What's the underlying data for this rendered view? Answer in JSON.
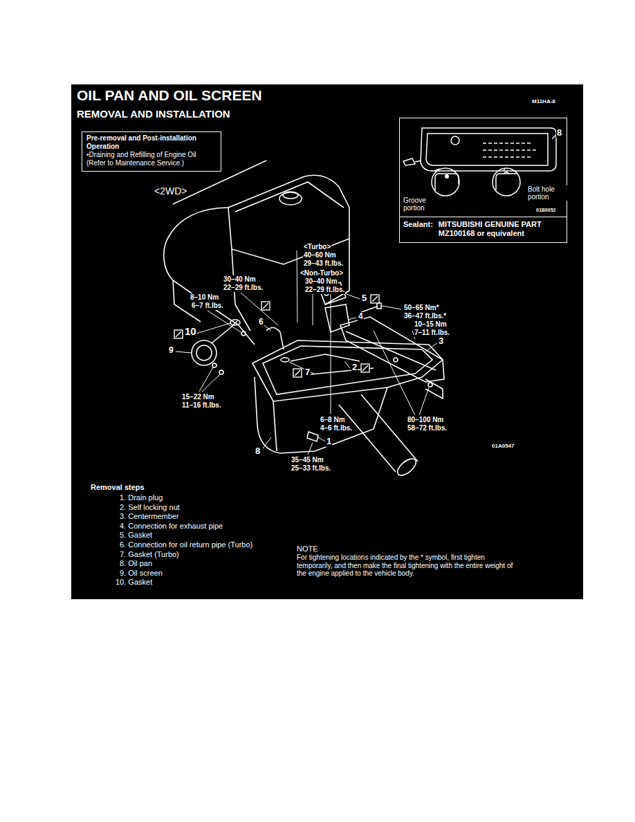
{
  "diagram": {
    "title": "OIL PAN AND OIL SCREEN",
    "nodes": [
      {
        "text": [
          "Pre-removal and Post-installation Operation",
          "•Draining and Refilling of Engine Oil (Refer to Maintenance Service.)"
        ]
      },
      {
        "text": [
          "8",
          "Groove portion",
          "Bolt hole portion",
          "01B0052"
        ]
      },
      {
        "text": [
          "Sealant:",
          "MITSUBISHI GENUINE PART MZ100168 or equivalent"
        ],
        "in": 1
      }
    ],
    "labels": [
      "M11HA-8",
      "<2WD>",
      "<Turbo>",
      "40–60 Nm",
      "29–43 ft.lbs.",
      "<Non-Turbo>",
      "30–40 Nm",
      "22–29 ft.lbs.",
      "30–40 Nm",
      "22–29 ft.lbs.",
      "8–10 Nm",
      "6–7 ft.lbs.",
      "5",
      "50–65 Nm*",
      "36–47 ft.lbs.*",
      "4",
      "10–15 Nm",
      "7–11 ft.lbs.",
      "10",
      "6",
      "3",
      "9",
      "2",
      "7",
      "15–22 Nm",
      "11–16 ft.lbs.",
      "80–100 Nm",
      "58–72 ft.lbs.",
      "6–8 Nm",
      "4–6 ft.lbs.",
      "1",
      "01A0547",
      "8",
      "35–45 Nm",
      "25–33 ft.lbs.",
      "Removal steps",
      "1. Drain plug",
      "2. Self locking nut",
      "3. Centermember",
      "4. Connection for exhaust pipe",
      "5. Gasket",
      "6. Connection for oil return pipe (Turbo)",
      "7. Gasket (Turbo)",
      "8. Oil pan",
      "9. Oil screen",
      "10. Gasket",
      "NOTE",
      "For tightening locations indicated by the * symbol, first tighten temporarily, and then make the final tightening with the entire weight of the engine applied to the vehicle body.",
      "REMOVAL AND INSTALLATION"
    ]
  }
}
